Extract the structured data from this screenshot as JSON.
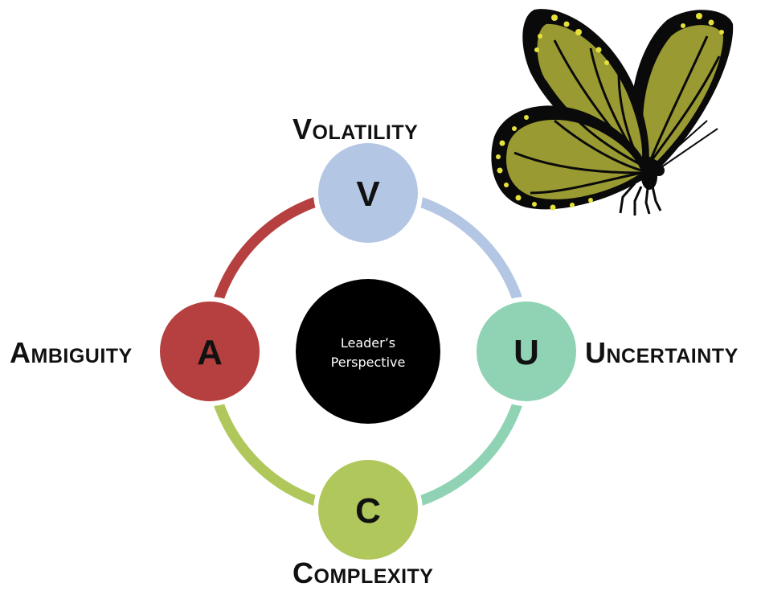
{
  "center": {
    "line1": "Leader’s",
    "line2": "Perspective"
  },
  "nodes": [
    {
      "id": "volatility",
      "letter": "V",
      "label_first": "V",
      "label_rest": "olatility",
      "color": "#b3c6e3"
    },
    {
      "id": "uncertainty",
      "letter": "U",
      "label_first": "U",
      "label_rest": "ncertainty",
      "color": "#8fd3b4"
    },
    {
      "id": "complexity",
      "letter": "C",
      "label_first": "C",
      "label_rest": "omplexity",
      "color": "#b0c75b"
    },
    {
      "id": "ambiguity",
      "letter": "A",
      "label_first": "A",
      "label_rest": "mbiguity",
      "color": "#b5403f"
    }
  ],
  "colors": {
    "center": "#000000",
    "arc_v_u": "#b3c6e3",
    "arc_u_c": "#8fd3b4",
    "arc_c_a": "#b0c75b",
    "arc_a_v": "#b5403f",
    "butterfly_wing": "#9a9a33",
    "butterfly_outline": "#0a0a0a",
    "butterfly_spots": "#e6e13a"
  },
  "illustration": "butterfly-illustration"
}
